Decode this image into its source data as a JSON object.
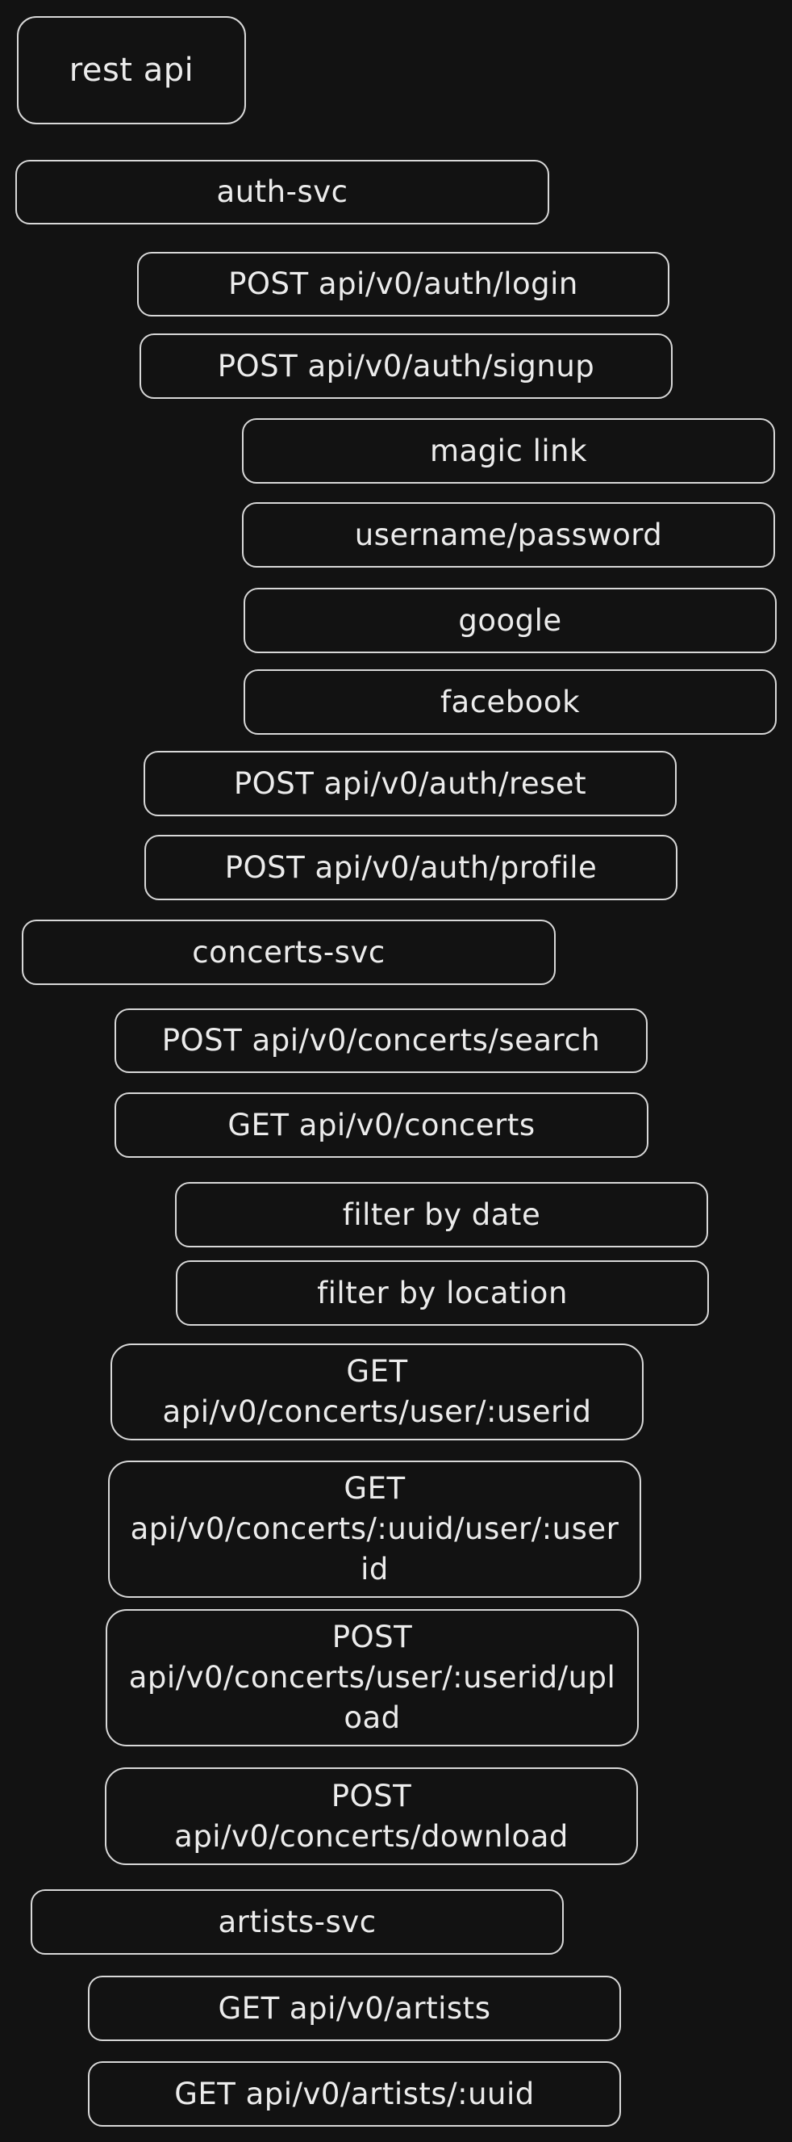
{
  "colors": {
    "background": "#121212",
    "border": "#d8d8d8",
    "text": "#ececec"
  },
  "nodes": {
    "rest_api": "rest api",
    "auth_svc": "auth-svc",
    "auth_login": "POST api/v0/auth/login",
    "auth_signup": "POST api/v0/auth/signup",
    "magic_link": "magic link",
    "username_password": "username/password",
    "google": "google",
    "facebook": "facebook",
    "auth_reset": "POST api/v0/auth/reset",
    "auth_profile": "POST api/v0/auth/profile",
    "concerts_svc": "concerts-svc",
    "concerts_search": "POST api/v0/concerts/search",
    "concerts_get": "GET api/v0/concerts",
    "filter_date": "filter by date",
    "filter_location": "filter by location",
    "concerts_user": "GET\napi/v0/concerts/user/:userid",
    "concerts_uuid_user": "GET\napi/v0/concerts/:uuid/user/:user\nid",
    "concerts_upload": "POST\napi/v0/concerts/user/:userid/upl\noad",
    "concerts_download": "POST\napi/v0/concerts/download",
    "artists_svc": "artists-svc",
    "artists_get": "GET api/v0/artists",
    "artists_uuid": "GET api/v0/artists/:uuid"
  }
}
